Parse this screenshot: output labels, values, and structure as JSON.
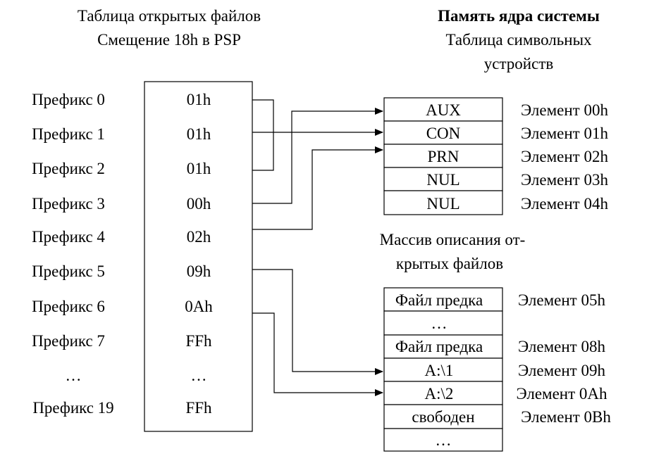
{
  "left_header": {
    "line1": "Таблица открытых файлов",
    "line2": "Смещение 18h в PSP"
  },
  "right_header": {
    "line1": "Память ядра системы",
    "line2": "Таблица символьных",
    "line3": "устройств"
  },
  "prefix_table": {
    "rows": [
      {
        "label": "Префикс 0",
        "value": "01h"
      },
      {
        "label": "Префикс 1",
        "value": "01h"
      },
      {
        "label": "Префикс 2",
        "value": "01h"
      },
      {
        "label": "Префикс 3",
        "value": "00h"
      },
      {
        "label": "Префикс 4",
        "value": "02h"
      },
      {
        "label": "Префикс 5",
        "value": "09h"
      },
      {
        "label": "Префикс 6",
        "value": "0Ah"
      },
      {
        "label": "Префикс 7",
        "value": "FFh"
      },
      {
        "label": "…",
        "value": "…"
      },
      {
        "label": "Префикс 19",
        "value": "FFh"
      }
    ]
  },
  "device_table": {
    "rows": [
      {
        "name": "AUX",
        "element": "Элемент 00h"
      },
      {
        "name": "CON",
        "element": "Элемент 01h"
      },
      {
        "name": "PRN",
        "element": "Элемент 02h"
      },
      {
        "name": "NUL",
        "element": "Элемент 03h"
      },
      {
        "name": "NUL",
        "element": "Элемент 04h"
      }
    ]
  },
  "file_array_header": {
    "line1": "Массив описания от-",
    "line2": "крытых файлов"
  },
  "file_table": {
    "rows": [
      {
        "name": "Файл предка",
        "element": "Элемент 05h"
      },
      {
        "name": "…",
        "element": ""
      },
      {
        "name": "Файл предка",
        "element": "Элемент 08h"
      },
      {
        "name": "A:\\1",
        "element": "Элемент 09h"
      },
      {
        "name": "A:\\2",
        "element": "Элемент 0Ah"
      },
      {
        "name": "свободен",
        "element": "Элемент 0Bh"
      },
      {
        "name": "…",
        "element": ""
      }
    ]
  }
}
